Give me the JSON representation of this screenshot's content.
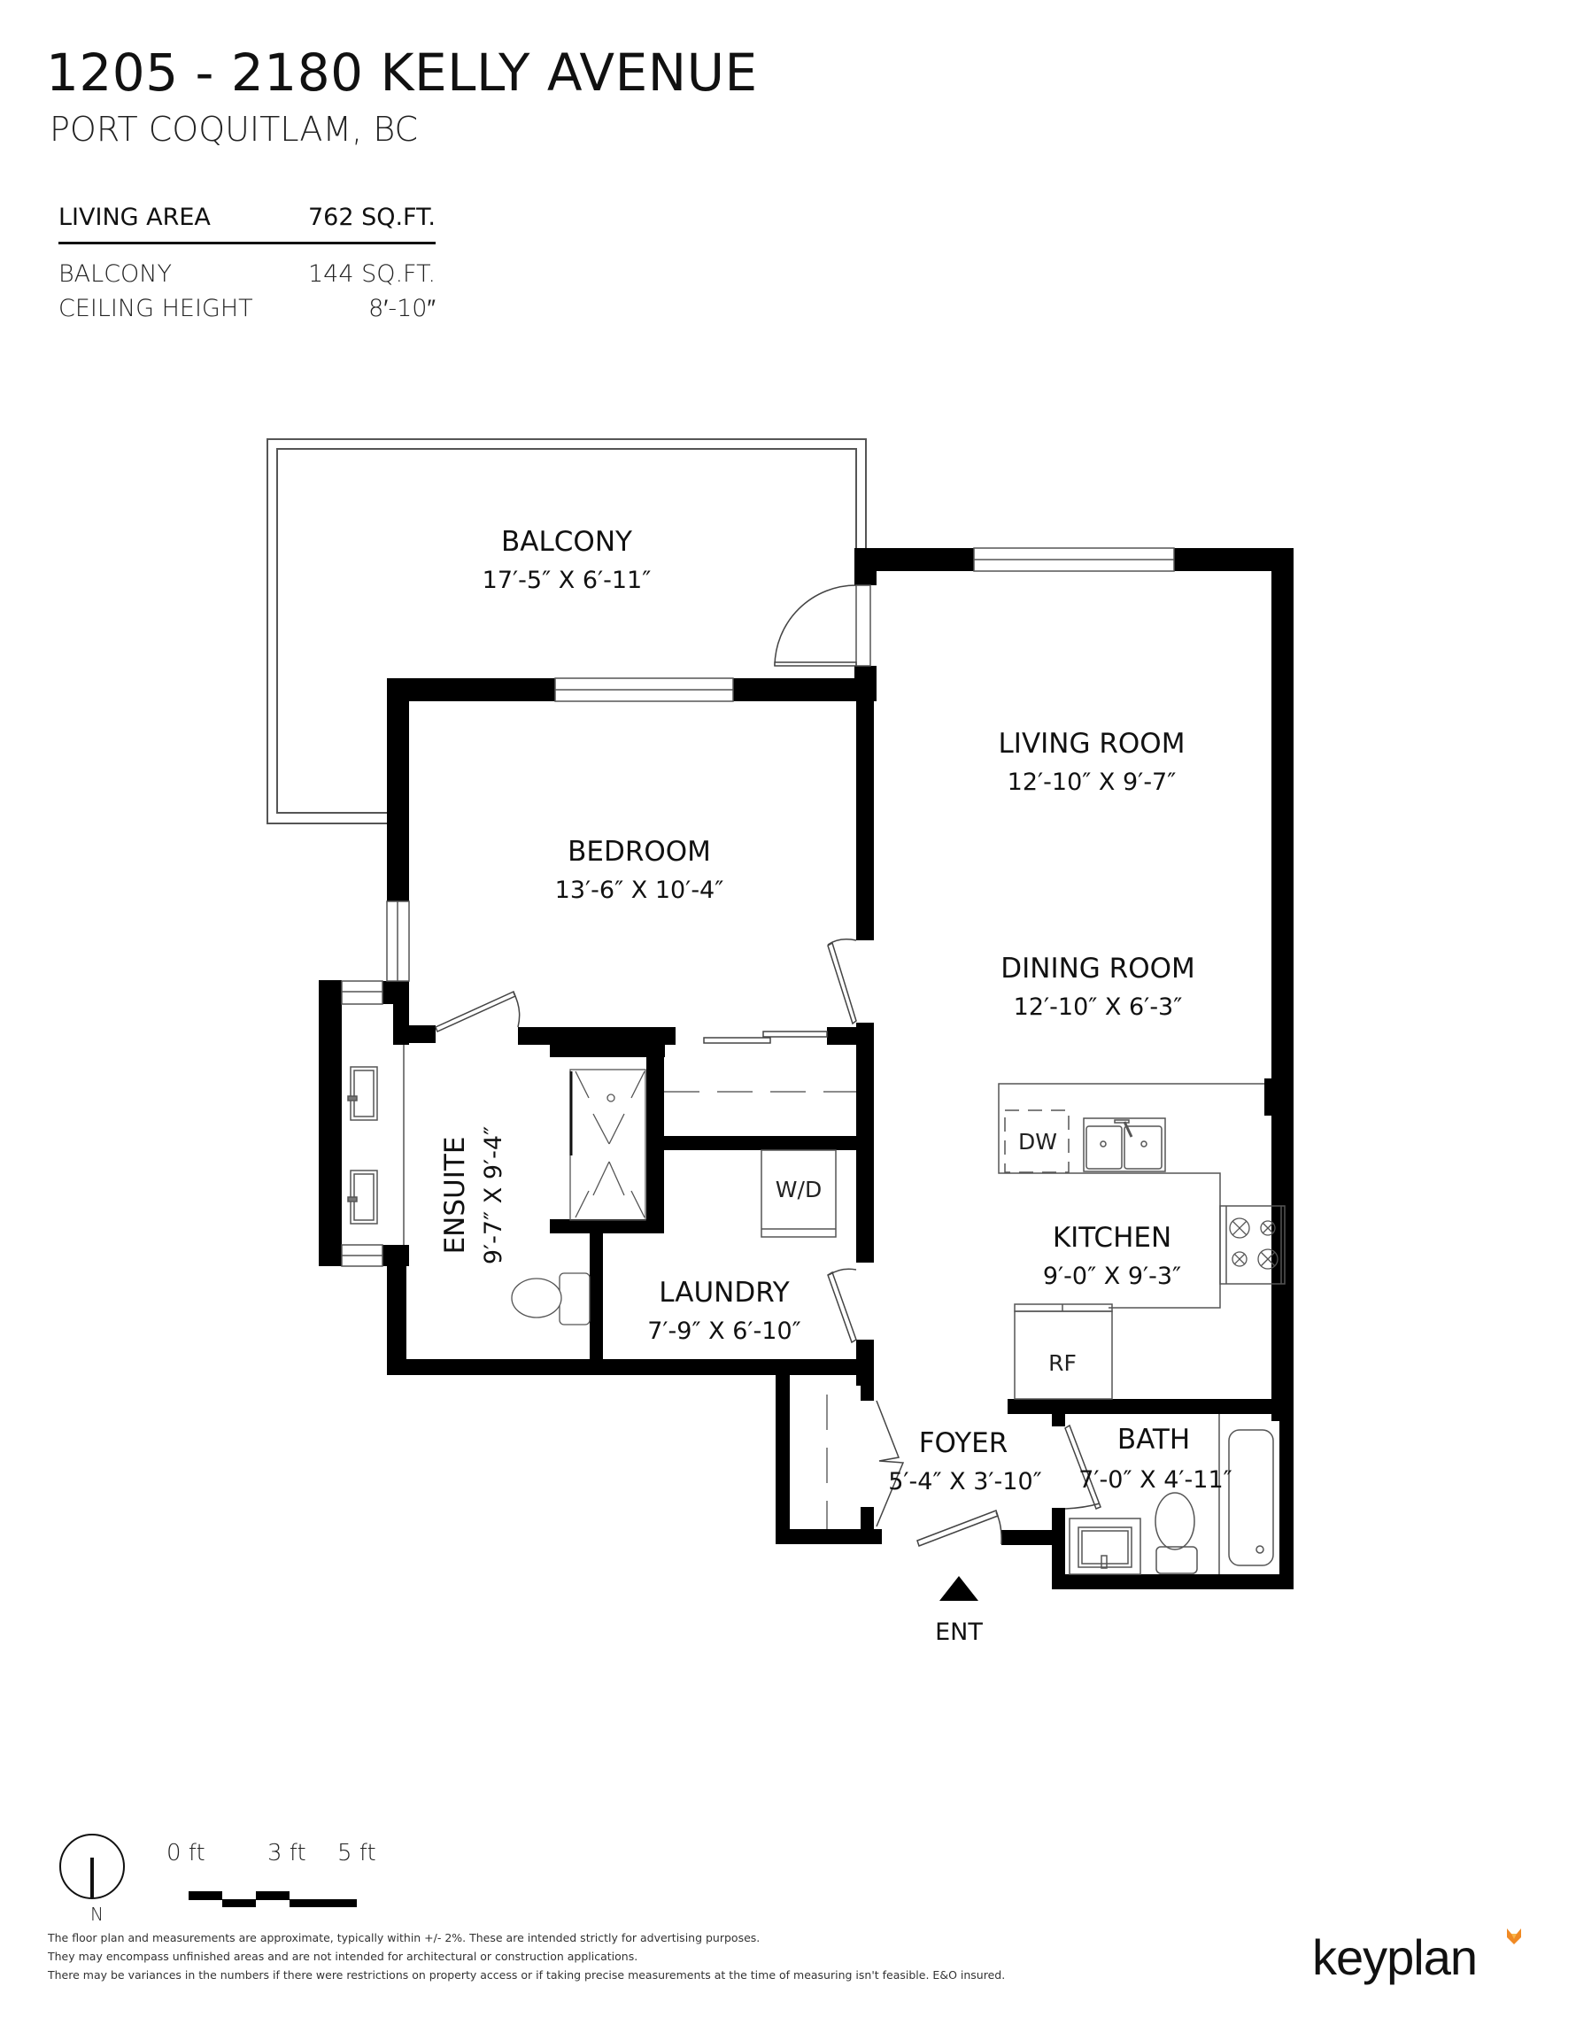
{
  "header": {
    "title": "1205 - 2180 KELLY AVENUE",
    "subtitle": "PORT COQUITLAM, BC"
  },
  "stats": {
    "living_area": {
      "label": "LIVING AREA",
      "value": "762 SQ.FT."
    },
    "balcony": {
      "label": "BALCONY",
      "value": "144 SQ.FT."
    },
    "ceiling_height": {
      "label": "CEILING HEIGHT",
      "value": "8′-10″"
    }
  },
  "rooms": {
    "balcony": {
      "name": "BALCONY",
      "dims": "17′-5″  X   6′-11″"
    },
    "living_room": {
      "name": "LIVING ROOM",
      "dims": "12′-10″  X   9′-7″"
    },
    "bedroom": {
      "name": "BEDROOM",
      "dims": "13′-6″  X  10′-4″"
    },
    "dining_room": {
      "name": "DINING ROOM",
      "dims": "12′-10″  X   6′-3″"
    },
    "ensuite": {
      "name": "ENSUITE",
      "dims": "9′-7″  X  9′-4″"
    },
    "kitchen": {
      "name": "KITCHEN",
      "dims": "9′-0″   X   9′-3″"
    },
    "laundry": {
      "name": "LAUNDRY",
      "dims": "7′-9″   X  6′-10″"
    },
    "foyer": {
      "name": "FOYER",
      "dims": "5′-4″ X 3′-10″"
    },
    "bath": {
      "name": "BATH",
      "dims": "7′-0″ X 4′-11″"
    }
  },
  "fixtures": {
    "washer_dryer": "W/D",
    "dishwasher": "DW",
    "refrigerator": "RF"
  },
  "entrance": {
    "label": "ENT"
  },
  "legend": {
    "north": "N",
    "scale": [
      "0 ft",
      "3 ft",
      "5 ft"
    ]
  },
  "disclaimer": [
    "The floor plan and measurements are approximate, typically within +/- 2%. These are intended strictly for advertising purposes.",
    "They may encompass unfinished areas and are not intended for architectural or construction applications.",
    "There may be variances in the numbers if there were restrictions on property access or if taking precise measurements at the time of measuring isn't feasible. E&O insured."
  ],
  "brand": {
    "name": "keyplan",
    "accent": "#f08a24",
    "accent_light": "#f7b54a"
  },
  "colors": {
    "wall": "#000000",
    "line": "#555555",
    "background": "#ffffff"
  }
}
